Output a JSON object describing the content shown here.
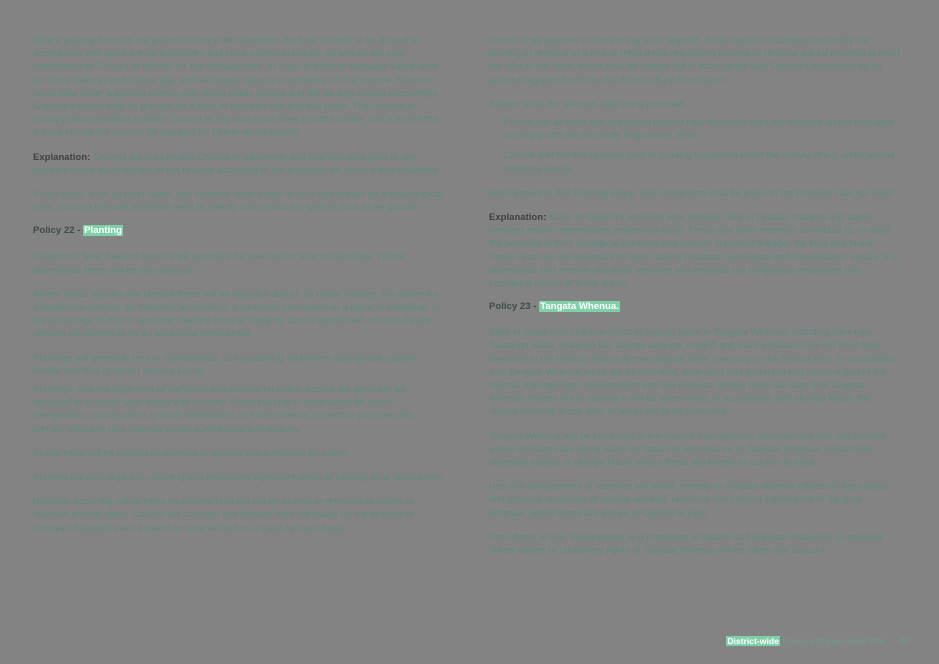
{
  "document": {
    "background_color": "#838383",
    "body_text_color": "#5f8a80",
    "highlight_color": "#7fd0a8",
    "heading_color": "#3d4c48"
  },
  "left_column": {
    "paragraph_1": "Where grazing licences are granted Council will determine the type of stock to be grazed in accordance with good animal husbandry and stock control practices, as well as the cost implications to Council of options for site management, in order to provide adequate safeguards for those features and values (eg. archaeological values) in existence on the reserve.  Reserve lands held under a grazing licence may retain public access and will be sign posted accordingly. Grazing licences may be granted for a term of between one and five years.  The Licence to Occupy documentation enables Council at any time upon three months written notice to end the licence should the reserve be required for further development.",
    "explanation_label": "Explanation:",
    "explanation_text": " Grazing licences enable Council to administer and maintain land prior to any possible future development of the reserve according to the purposes for which it was classified.",
    "paragraph_2": "Some stock, such as older cattle, can however deter public access and impact on archaeological sites.  Grazing licences therefore need to specify and control the type of stock to be grazed.",
    "policy22": {
      "number": "Policy 22 - ",
      "name": "Planting"
    },
    "paragraph_3": "Indigenous New Zealand species will generally be used within reserve plantings. Where appropriate these will be eco-sourced.",
    "paragraph_4": "Where exotic species are planted these will be selected due to: an urban location; the desire for a deciduous species; an historical association; a particular connection to a place or individual; or the advantage of fruit or specimen feature trees or hedging. Exotic species will not include any species considered to be an ecological weed threat.",
    "paragraph_5": "Plantings will generally be low maintenance, self sustaining and where appropriate support birdlife with fruit or nectar bearing plants.",
    "paragraph_6": "Plantings, and the alignment of pathways that provide for public access will generally be designed to consider user safety and security.  When planting is undertaken for forest revegetation, conservation, ground stabilisation, or environmental protection purposes this primary objective may override public surveillance and visibility.",
    "paragraph_7": "Shade trees will be planted in reserves to provide sun protection for users.",
    "paragraph_8": "Planting will give regard to retaining and enhancing significant views of existing local landowners.",
    "paragraph_9": "Naturally occurring native trees on reserve land will not be pruned or removed to create or maintain private views.  Council will consider any request from the public for the pruning or removal of planted trees located on reserve land on a case-by-case basis."
  },
  "right_column": {
    "paragraph_1": "Council may approve or decline any such request.  If site-specific circumstances justify the pruning or removal of a tree or trees those requesting pruning or removal will be required to meet the cost of the work, which shall be carried out in accordance with Council's instruction by an arborist registered with the NZ Arboriculture Association.",
    "paragraph_2": "Subject to all the relevant data being provided:",
    "bullets": [
      "Ensure that all trees and vegetation planted near electricity lines are selected and/or managed to comply with the Electricity Regulations 2003.",
      "Consult with the line operator prior to planting vegetation within the vicinity of any underground electricity cables"
    ],
    "paragraph_3": "With respect to this Planting policy, due recognition shall be given to the Property Law Act 1952.",
    "explanation_label": "Explanation:",
    "explanation_text": "  Many of Council's reserves abut harbour, lake or riparian margins and adjoin remnant and/or regenerating indigenous bush.  These and other reserves contribute to, or have the potential to form ecological corridors that provide important linkages for flora and fauna.  These reserves are important for their natural character, ecological and conservation values.  It is appropriate that reserve plantings reinforce and enhance the indigenous vegetation and ecological values of these areas.",
    "policy23": {
      "number": "Policy 23 - ",
      "name": "Tangata Whenua."
    },
    "paragraph_4": "Sites or areas with characteristics of special value to Tangata Whenua, including wāhi tapu, Tauranga waka, mahinga kai, taonga raranga, rongoā and mahi whakairo may not have been identified in the Historic Places Archaeological Sites Inventory or the District Plan.  In consultation with Tangata Whenua these will be identified, evaluated and protected and become part of the reserve management, development and use process.  Where there are sites that Tangata Whenua choose not to identify, it will be determined, in accordance with tikanga Māori, the means whereby those sites or areas are to be protected.",
    "paragraph_5": "Tangata Whenua will be consulted in the reserve management, development and use process where decisions are being made on issues of significance to Tangata Whenua, concerning ancestral taonga or tikanga Māori, where these are known to Council to exist.",
    "paragraph_6": "Use and development of reserves will avoid, remedy or mitigate adverse effects on the natural and physical resources of special spiritual, historical and cultural significance to Tangata Whenua, where these are known to Council to exist.",
    "paragraph_7": "The effects of use, development and protection of natural and physical resources on relevant Treaty claims or customary rights of Tangata Whenua will be taken into account."
  },
  "footer": {
    "doc_scope": "District-wide",
    "doc_title": " Reserve Management Plan",
    "page_number": "20"
  }
}
